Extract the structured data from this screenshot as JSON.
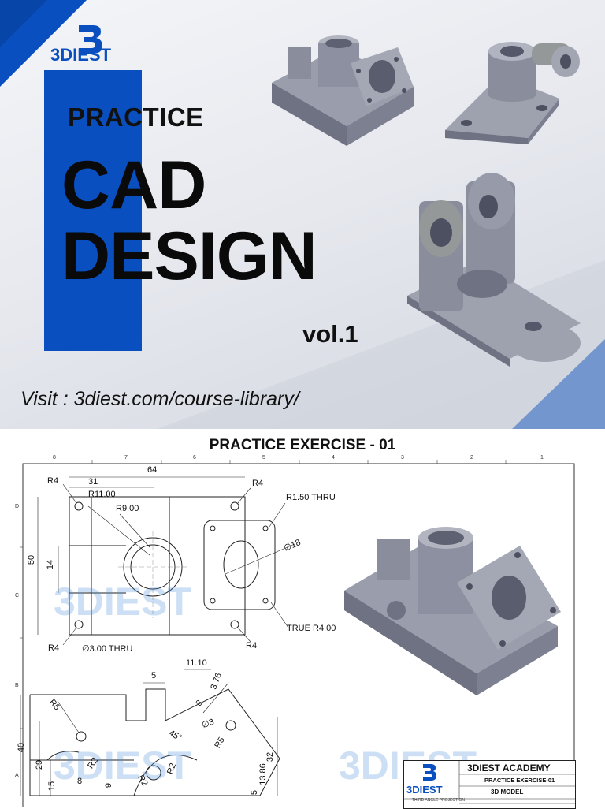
{
  "cover": {
    "brand": "3DIEST",
    "practice": "PRACTICE",
    "title_line1": "CAD",
    "title_line2": "DESIGN",
    "volume": "vol.1",
    "visit": "Visit : 3diest.com/course-library/",
    "colors": {
      "accent": "#0a4fbf",
      "text": "#0a0a0a",
      "part": "#8a8d9c"
    }
  },
  "drawing": {
    "title": "PRACTICE EXERCISE - 01",
    "grid_columns": [
      "8",
      "7",
      "6",
      "5",
      "4",
      "3",
      "2",
      "1"
    ],
    "grid_rows": [
      "D",
      "C",
      "B",
      "A"
    ],
    "top_view_dims": [
      "R4",
      "31",
      "64",
      "R4",
      "R11.00",
      "R9.00",
      "R1.50 THRU",
      "50",
      "14",
      "∅18",
      "TRUE R4.00",
      "R4",
      "∅3.00 THRU",
      "R4"
    ],
    "front_view_dims": [
      "11.10",
      "5",
      "3.76",
      "R5",
      "8",
      "∅3",
      "45°",
      "R5",
      "40",
      "29",
      "R2",
      "R2",
      "R2",
      "32",
      "15",
      "8",
      "9",
      "5",
      "13.86"
    ],
    "watermark": "3DIEST",
    "title_block": {
      "academy": "3DIEST ACADEMY",
      "exercise": "PRACTICE EXERCISE-01",
      "model": "3D MODEL",
      "projection": "THIRD ANGLE PROJECTION",
      "logo": "3DIEST"
    }
  }
}
